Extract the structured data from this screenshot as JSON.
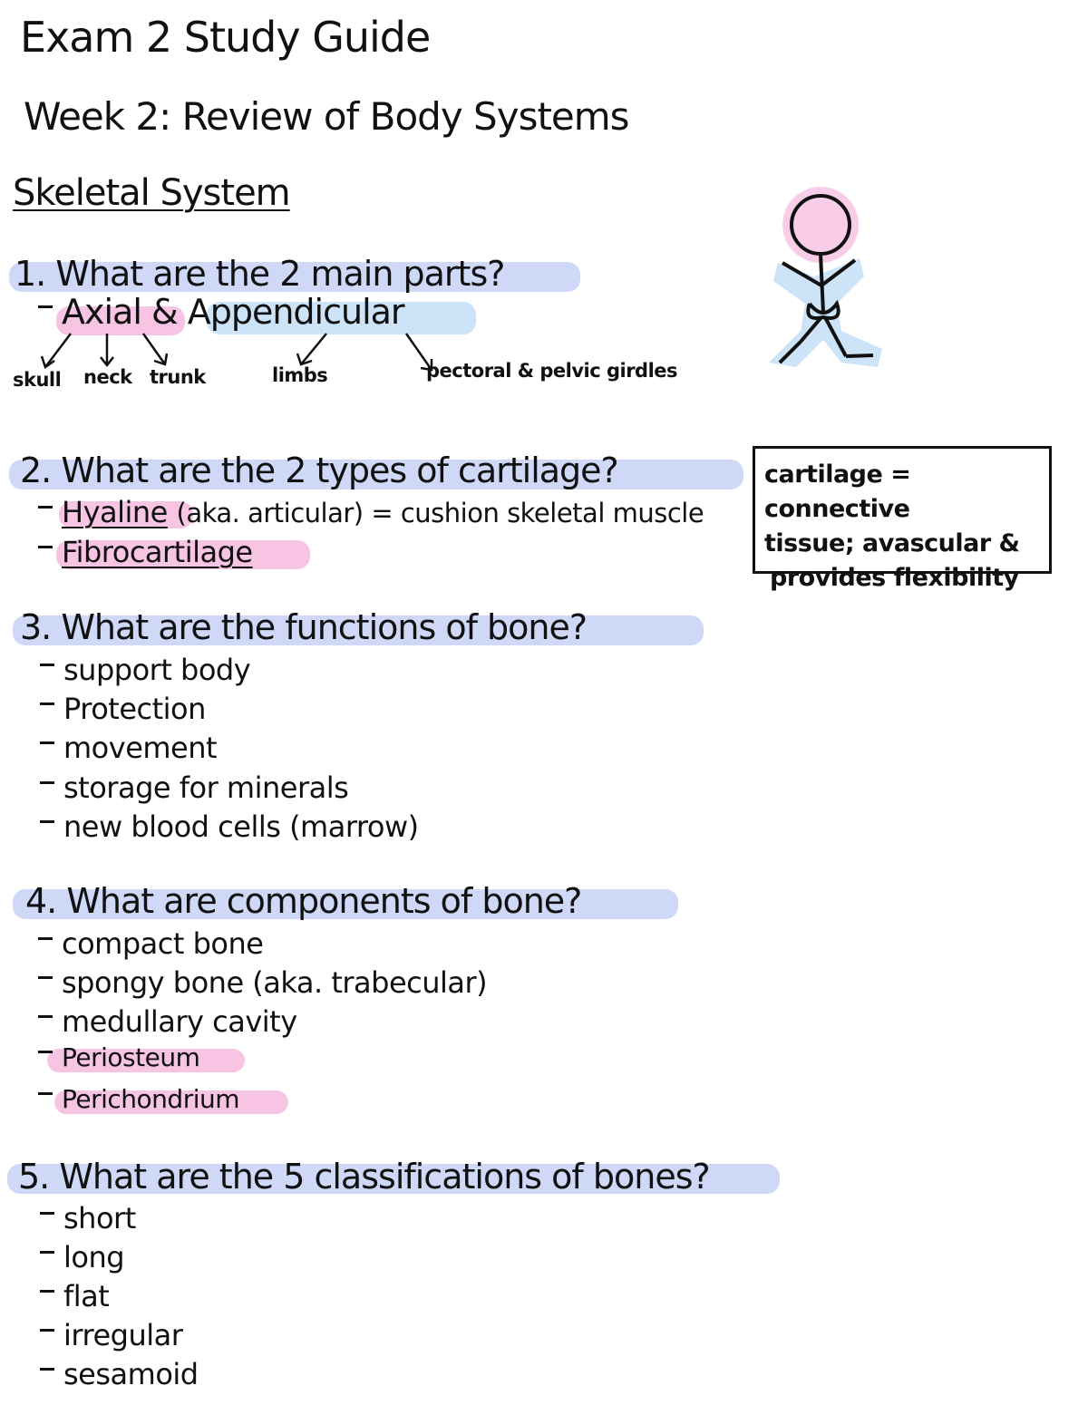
{
  "title": "Exam 2 Study Guide",
  "subtitle": "Week 2: Review of Body Systems",
  "section": "Skeletal System",
  "colors": {
    "blue_highlight": "#cfd8f7",
    "pink_highlight": "#f7c4e4",
    "figure_pink": "#f9cde8",
    "figure_blue": "#cde3f8"
  },
  "q1": {
    "question": "1. What are the 2 main parts?",
    "axial": "Axial",
    "amp": "&",
    "appendicular": "Appendicular",
    "sub": [
      "skull",
      "neck",
      "trunk",
      "limbs",
      "pectoral & pelvic girdles"
    ]
  },
  "q2": {
    "question": "2. What are the 2 types of cartilage?",
    "hyaline": "Hyaline",
    "hyaline_note": "(aka. articular) = cushion skeletal muscle",
    "fibro": "Fibrocartilage",
    "box": [
      "cartilage = connective",
      "tissue; avascular &",
      "provides flexibility"
    ]
  },
  "q3": {
    "question": "3. What are the functions of bone?",
    "items": [
      "support body",
      "Protection",
      "movement",
      "storage for minerals",
      "new blood cells (marrow)"
    ]
  },
  "q4": {
    "question": "4. What are components of bone?",
    "items": [
      "compact bone",
      "spongy bone (aka. trabecular)",
      "medullary cavity",
      "Periosteum",
      "Perichondrium"
    ]
  },
  "q5": {
    "question": "5. What are the 5 classifications of bones?",
    "items": [
      "short",
      "long",
      "flat",
      "irregular",
      "sesamoid"
    ]
  }
}
